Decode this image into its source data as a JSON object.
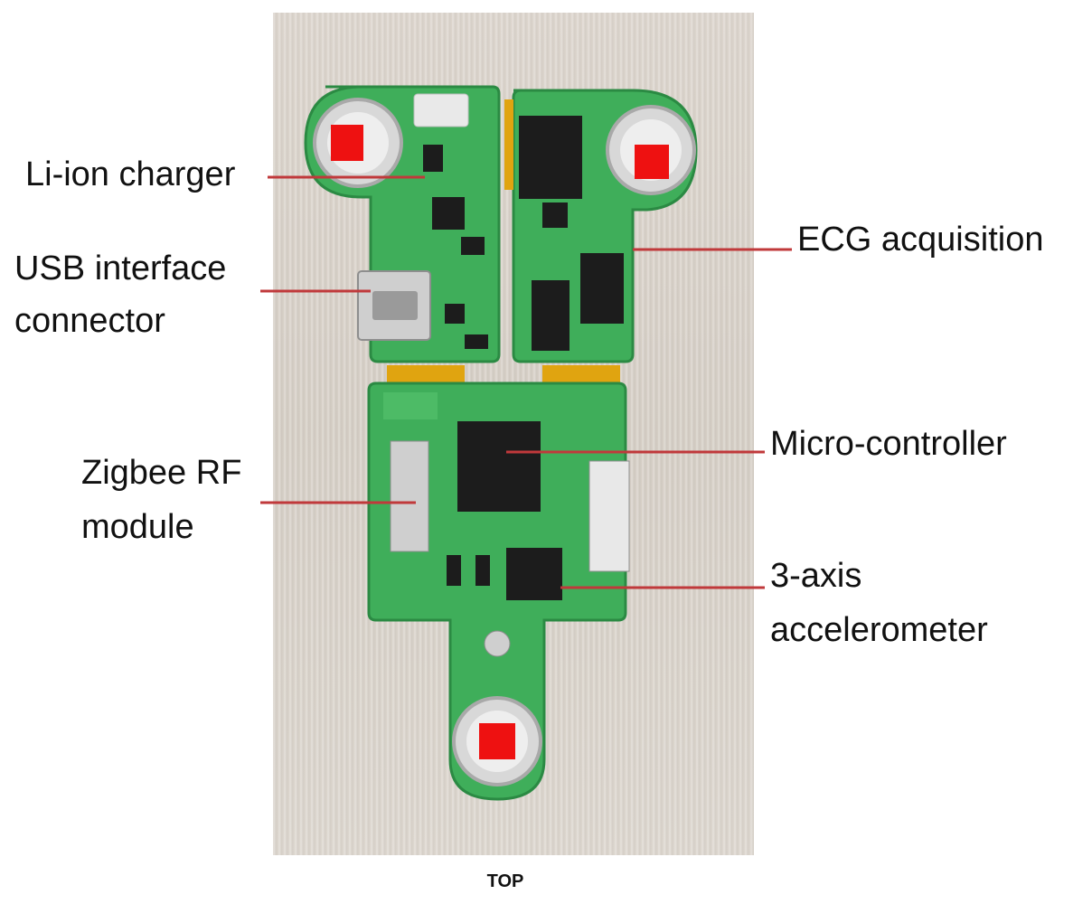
{
  "labels": {
    "li_ion_charger": "Li-ion charger",
    "usb_line1": "USB interface",
    "usb_line2": "connector",
    "ecg_acquisition": "ECG acquisition",
    "zigbee_line1": "Zigbee RF",
    "zigbee_line2": "module",
    "micro_controller": "Micro-controller",
    "accel_line1": "3-axis",
    "accel_line2": "accelerometer"
  },
  "caption": "TOP",
  "colors": {
    "pcb_green": "#3fae5a",
    "pcb_edge": "#2b8a43",
    "leader_line": "#c0393b",
    "electrode_marker": "#ee1111",
    "chip": "#1c1c1c",
    "connector_gold": "#e0a410"
  }
}
